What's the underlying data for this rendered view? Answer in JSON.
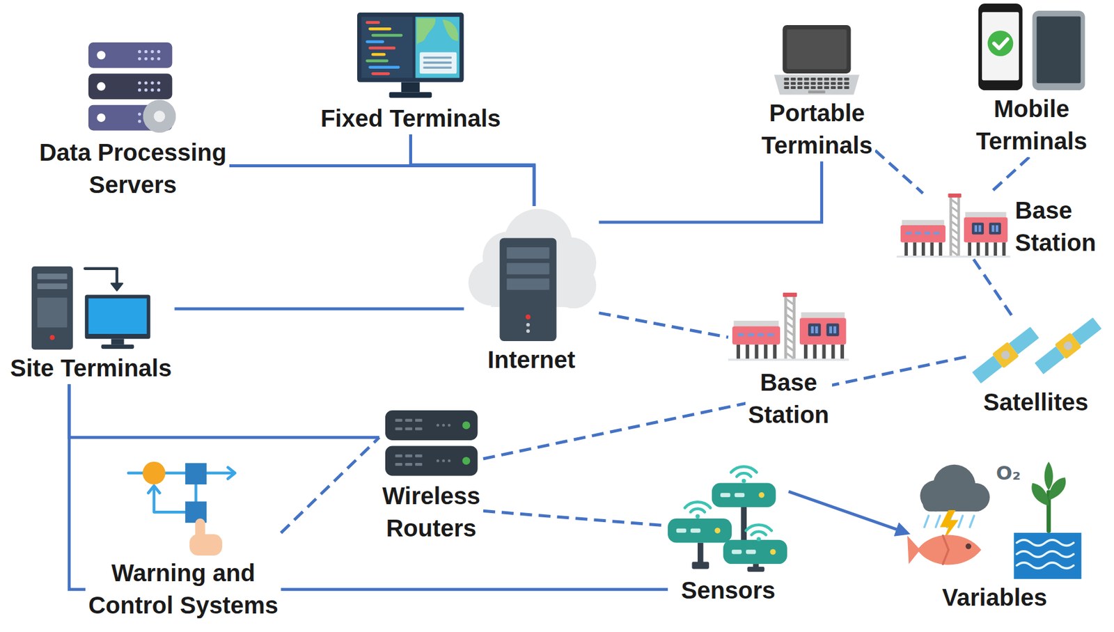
{
  "diagram": {
    "nodes": [
      {
        "text": [
          "Data Processing Servers"
        ]
      },
      {
        "text": [
          "Fixed Terminals"
        ]
      },
      {
        "text": [
          "Portable Terminals"
        ]
      },
      {
        "text": [
          "Mobile Terminals"
        ]
      },
      {
        "text": [
          "Base Station"
        ]
      },
      {
        "text": [
          "Site Terminals"
        ]
      },
      {
        "text": [
          "Internet"
        ]
      },
      {
        "text": [
          "Base Station"
        ]
      },
      {
        "text": [
          "Satellites"
        ]
      },
      {
        "text": [
          "Wireless Routers"
        ]
      },
      {
        "text": [
          "Warning and Control Systems"
        ]
      },
      {
        "text": [
          "Sensors"
        ]
      },
      {
        "text": [
          "Variables"
        ]
      }
    ],
    "edges": [
      {
        "from": 0,
        "to": 6,
        "arrow": "none"
      },
      {
        "from": 1,
        "to": 6,
        "arrow": "none"
      },
      {
        "from": 6,
        "to": 2,
        "arrow": "none"
      },
      {
        "from": 2,
        "to": 4,
        "arrow": "none"
      },
      {
        "from": 3,
        "to": 4,
        "arrow": "none"
      },
      {
        "from": 4,
        "to": 8,
        "arrow": "none"
      },
      {
        "from": 5,
        "to": 6,
        "arrow": "none"
      },
      {
        "from": 5,
        "to": 9,
        "arrow": "none"
      },
      {
        "from": 5,
        "to": 10,
        "arrow": "none"
      },
      {
        "from": 10,
        "to": 9,
        "arrow": "none"
      },
      {
        "from": 9,
        "to": 11,
        "arrow": "none"
      },
      {
        "from": 10,
        "to": 11,
        "arrow": "none"
      },
      {
        "from": 11,
        "to": 12,
        "arrow": "to"
      },
      {
        "from": 6,
        "to": 7,
        "arrow": "none"
      },
      {
        "from": 9,
        "to": 8,
        "arrow": "none"
      }
    ],
    "labels": [
      "O₂"
    ]
  }
}
